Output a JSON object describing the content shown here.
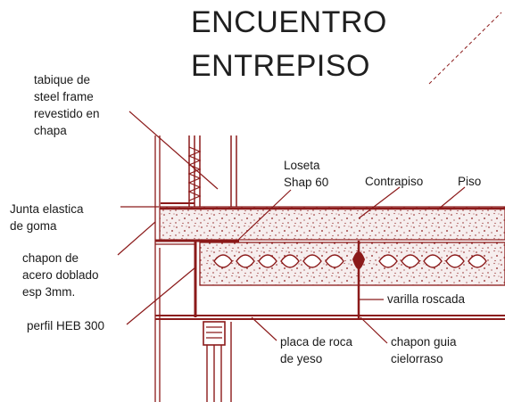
{
  "title": {
    "line1": "ENCUENTRO",
    "line2": "ENTREPISO"
  },
  "labels": {
    "tabique": "tabique de\nsteel frame\nrevestido en\nchapa",
    "junta": "Junta elastica\nde goma",
    "chapon": "chapon de\nacero doblado\nesp 3mm.",
    "perfil": "perfil HEB 300",
    "loseta": "Loseta\nShap 60",
    "contrapiso": "Contrapiso",
    "piso": "Piso",
    "varilla": "varilla roscada",
    "placa": "placa de roca\nde yeso",
    "chapon_guia": "chapon guia\ncielorraso"
  },
  "colors": {
    "line": "#8b1a1a",
    "text": "#1a1a1a",
    "fill_light": "#f3ecec",
    "hollow_fill": "#ffffff"
  }
}
